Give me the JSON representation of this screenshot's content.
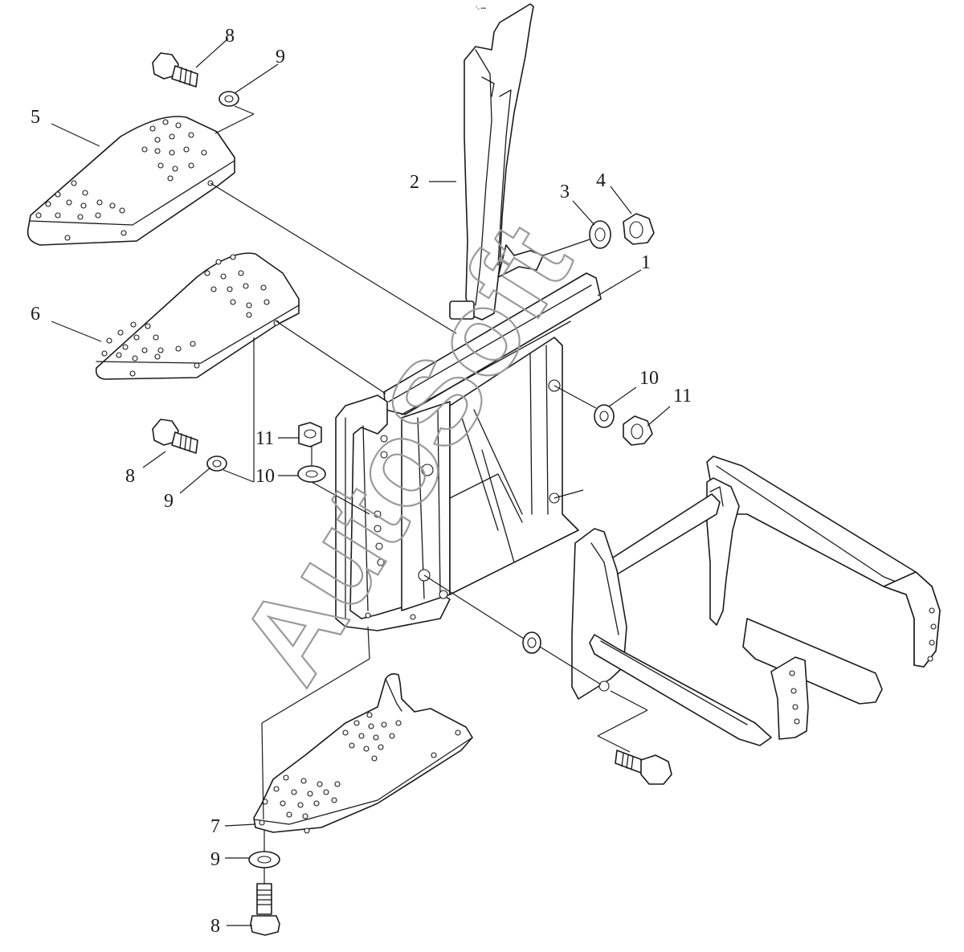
{
  "watermark": "AutoSoft",
  "corner_mark": "°ₒ ▪▪▪",
  "callouts": {
    "c1": "1",
    "c2": "2",
    "c3": "3",
    "c4": "4",
    "c5": "5",
    "c6": "6",
    "c7": "7",
    "c8_top": "8",
    "c9_top": "9",
    "c8_mid": "8",
    "c9_mid": "9",
    "c10_left": "10",
    "c11_left": "11",
    "c10_right": "10",
    "c11_right": "11",
    "c9_bottom": "9",
    "c8_bottom": "8"
  },
  "colors": {
    "line": "#1a1a1a",
    "watermark": "#9a9a9a",
    "background": "#ffffff"
  }
}
